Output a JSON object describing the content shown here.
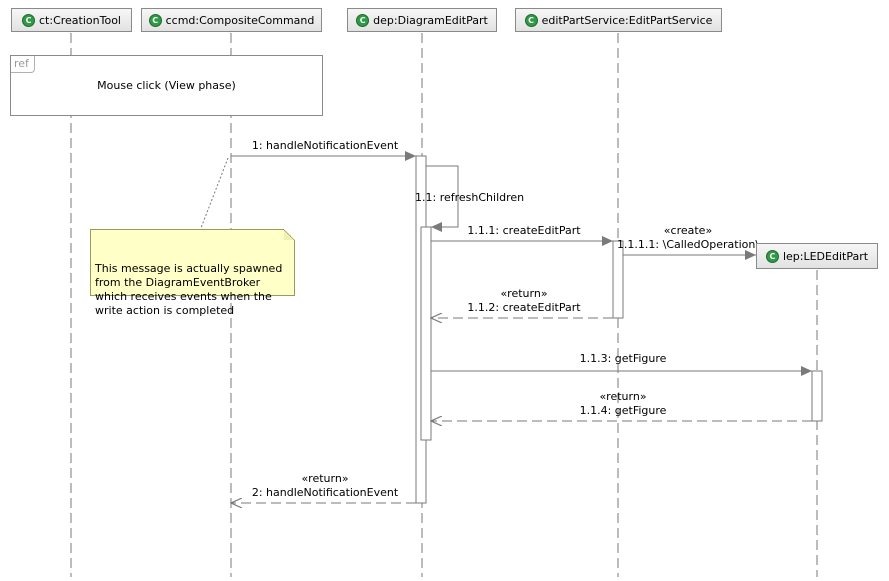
{
  "lifelines": [
    {
      "id": "ct",
      "label": "ct:CreationTool",
      "icon": "class-icon"
    },
    {
      "id": "ccmd",
      "label": "ccmd:CompositeCommand",
      "icon": "class-icon"
    },
    {
      "id": "dep",
      "label": "dep:DiagramEditPart",
      "icon": "class-icon"
    },
    {
      "id": "eps",
      "label": "editPartService:EditPartService",
      "icon": "class-icon"
    },
    {
      "id": "lep",
      "label": "lep:LEDEditPart",
      "icon": "class-icon"
    }
  ],
  "class_icon_glyph": "C",
  "ref_frame": {
    "tag": "ref",
    "text": "Mouse click (View phase)"
  },
  "note": {
    "text": "This message is actually spawned\nfrom the DiagramEventBroker\nwhich receives events when the\nwrite action is completed"
  },
  "messages": [
    {
      "id": "m1",
      "label": "1: handleNotificationEvent",
      "kind": "sync"
    },
    {
      "id": "m11",
      "label": "1.1: refreshChildren",
      "kind": "self"
    },
    {
      "id": "m111",
      "label": "1.1.1: createEditPart",
      "kind": "sync"
    },
    {
      "id": "m1111",
      "stereotype": "«create»",
      "label": "1.1.1.1: \\CalledOperation\\",
      "kind": "create"
    },
    {
      "id": "m112",
      "stereotype": "«return»",
      "label": "1.1.2: createEditPart",
      "kind": "return"
    },
    {
      "id": "m113",
      "label": "1.1.3: getFigure",
      "kind": "sync"
    },
    {
      "id": "m114",
      "stereotype": "«return»",
      "label": "1.1.4: getFigure",
      "kind": "return"
    },
    {
      "id": "m2",
      "stereotype": "«return»",
      "label": "2: handleNotificationEvent",
      "kind": "return"
    }
  ],
  "colors": {
    "line": "#7a7a7a",
    "activation_fill": "#ffffff",
    "note_fill": "#ffffc8",
    "icon_green": "#2f9a45"
  }
}
